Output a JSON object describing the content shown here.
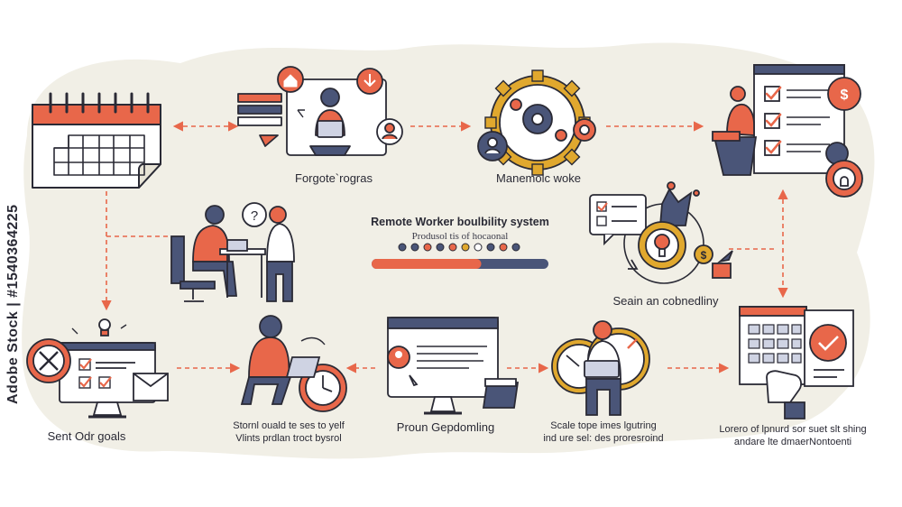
{
  "center": {
    "title": "Remote Worker boulbility system",
    "subtitle": "Produsol tis of hocaonal",
    "progress": 0.62
  },
  "nodes": {
    "forgotten_progress": "Forgote`rogras",
    "manemolc_woke": "Manemolc woke",
    "seain": "Seain an cobnedliny",
    "set_goals": "Sent Odr goals",
    "storm_l1": "Stornl ouald te ses to yelf",
    "storm_l2": "Vlints prdlan troct bysrol",
    "proun": "Proun Gepdomling",
    "scale_l1": "Scale tope imes lgutring",
    "scale_l2": "ind ure sel: des proresroind",
    "lorem_l1": "Lorero of lpnurd sor suet slt shing",
    "lorem_l2": "andare lte dmaerNontoenti"
  },
  "watermark": "Adobe Stock | #1540364225",
  "colors": {
    "accent": "#e8674a",
    "navy": "#4a5578",
    "gold": "#e0a82e",
    "blob": "#f1efe6",
    "ink": "#2a2a35"
  },
  "icons": [
    "calendar-icon",
    "laptop-worker-icon",
    "gear-icon",
    "checklist-icon",
    "meeting-icon",
    "lightbulb-icon",
    "monitor-checklist-icon",
    "worker-clock-icon",
    "browser-window-icon",
    "clock-worker-icon",
    "calendar-approval-icon",
    "home-icon",
    "download-icon",
    "user-icon",
    "dollar-icon"
  ]
}
